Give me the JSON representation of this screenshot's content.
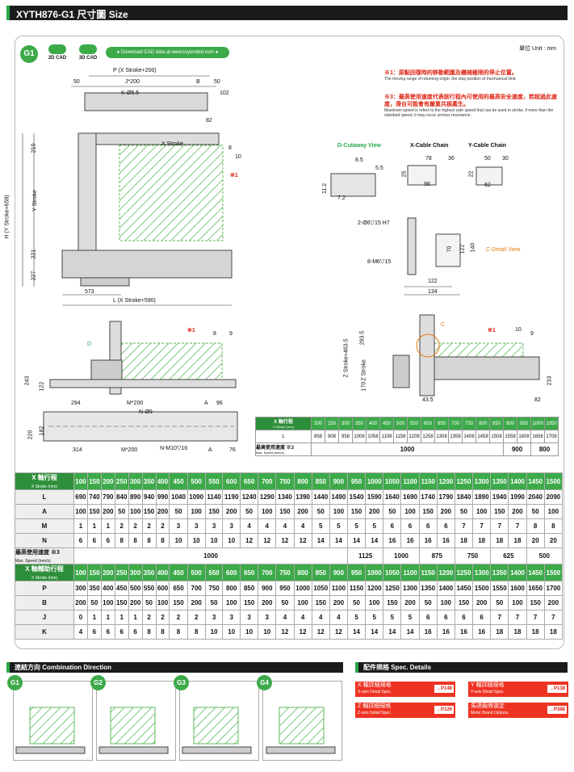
{
  "header": {
    "title": "XYTH876-G1 尺寸圖 Size"
  },
  "badge": "G1",
  "cad": {
    "two_d": "2D CAD",
    "three_d": "3D CAD",
    "download": "● Download CAD data at www.toyorobot.com ●"
  },
  "unit": "單位 Unit : mm",
  "notes": {
    "n1": "※1：原點回復時的移動範圍及機械極限的停止位置。",
    "n1_en": "The moving range of returning origin, the stop position of mechanical limit.",
    "n3": "※3：最高使用速度代表該行程內可使用的最高安全速度，若超過此速度，滑台可能會有嚴重共振產生。",
    "n3_en": "Maximum speed is refers to the highest safe speed that can be used in stroke, if more than the standard speed, it may occur serious resonance."
  },
  "dims": {
    "p": "P (X Stroke+200)",
    "j200": "J*200",
    "b": "B",
    "fifty1": "50",
    "fifty2": "50",
    "k55": "K-Ø5.5",
    "d102": "102",
    "d82": "82",
    "xstroke": "X Stroke",
    "d8": "8",
    "d10": "10",
    "note1": "※1",
    "d210": "210",
    "ystroke": "Y Stroke",
    "hstroke": "H (Y Stroke+658)",
    "d221": "221",
    "d227": "227",
    "d573": "573",
    "lstroke": "L (X Stroke+590)",
    "dcut": "D-Cutaway View",
    "xcable": "X-Cable Chain",
    "ycable": "Y-Cable Chain",
    "d85": "8.5",
    "d55": "5.5",
    "d112": "11.2",
    "d72": "7.2",
    "d78": "78",
    "d36": "36",
    "d25": "25",
    "d98": "98",
    "d50": "50",
    "d30": "30",
    "d22": "22",
    "d62": "62",
    "h7": "2-Ø6▽15 H7",
    "m6": "8-M6▽15",
    "d70": "70",
    "d122v": "122",
    "d140": "140",
    "cdetail": "C-Detail View",
    "d122": "122",
    "d134": "134",
    "s_note1": "※1",
    "s8": "8",
    "s9": "9",
    "s_d": "D",
    "s243": "243",
    "s122": "122",
    "z_note1": "※1",
    "c": "C",
    "z10": "10",
    "z9": "9",
    "z2935": "293.5",
    "zstroke": "Z Stroke+463.5",
    "zs": "Z Stroke",
    "z170": "170",
    "z233": "233",
    "z435": "43.5",
    "z82": "82",
    "b294": "294",
    "bm200": "M*200",
    "ba": "A",
    "b96": "96",
    "bn9": "N-Ø9",
    "b220": "220",
    "b182": "182",
    "b314": "314",
    "bm200b": "M*200",
    "bnm10": "N-M10▽16",
    "ba2": "A",
    "b76": "76"
  },
  "table1": {
    "head": "X 軸行程",
    "head_en": "X Stroke (mm)",
    "strokes": [
      "200",
      "250",
      "300",
      "350",
      "400",
      "450",
      "500",
      "550",
      "600",
      "650",
      "700",
      "750",
      "800",
      "850",
      "900",
      "950",
      "1000",
      "1050"
    ],
    "l_label": "L",
    "l": [
      "858",
      "908",
      "958",
      "1008",
      "1058",
      "1108",
      "1158",
      "1208",
      "1258",
      "1308",
      "1358",
      "1408",
      "1458",
      "1508",
      "1558",
      "1608",
      "1658",
      "1708"
    ],
    "speed_label": "最高使用速度 ※3",
    "speed_en": "Max. Speed (mm/s)",
    "speed": [
      "1000",
      "900",
      "800"
    ]
  },
  "table2": {
    "head": "X 軸行程",
    "head_en": "X Stroke (mm)",
    "strokes": [
      "100",
      "150",
      "200",
      "250",
      "300",
      "350",
      "400",
      "450",
      "500",
      "550",
      "600",
      "650",
      "700",
      "750",
      "800",
      "850",
      "900",
      "950",
      "1000",
      "1050",
      "1100",
      "1150",
      "1200",
      "1250",
      "1300",
      "1350",
      "1400",
      "1450",
      "1500"
    ],
    "rows": [
      {
        "label": "L",
        "v": [
          "690",
          "740",
          "790",
          "840",
          "890",
          "940",
          "990",
          "1040",
          "1090",
          "1140",
          "1190",
          "1240",
          "1290",
          "1340",
          "1390",
          "1440",
          "1490",
          "1540",
          "1590",
          "1640",
          "1690",
          "1740",
          "1790",
          "1840",
          "1890",
          "1940",
          "1990",
          "2040",
          "2090"
        ]
      },
      {
        "label": "A",
        "v": [
          "100",
          "150",
          "200",
          "50",
          "100",
          "150",
          "200",
          "50",
          "100",
          "150",
          "200",
          "50",
          "100",
          "150",
          "200",
          "50",
          "100",
          "150",
          "200",
          "50",
          "100",
          "150",
          "200",
          "50",
          "100",
          "150",
          "200",
          "50",
          "100"
        ]
      },
      {
        "label": "M",
        "v": [
          "1",
          "1",
          "1",
          "2",
          "2",
          "2",
          "2",
          "3",
          "3",
          "3",
          "3",
          "4",
          "4",
          "4",
          "4",
          "5",
          "5",
          "5",
          "5",
          "6",
          "6",
          "6",
          "6",
          "7",
          "7",
          "7",
          "7",
          "8",
          "8"
        ]
      },
      {
        "label": "N",
        "v": [
          "6",
          "6",
          "6",
          "8",
          "8",
          "8",
          "8",
          "10",
          "10",
          "10",
          "10",
          "12",
          "12",
          "12",
          "12",
          "14",
          "14",
          "14",
          "14",
          "16",
          "16",
          "16",
          "16",
          "18",
          "18",
          "18",
          "18",
          "20",
          "20"
        ]
      }
    ],
    "speed_label": "最高使用速度 ※3",
    "speed_en": "Max. Speed (mm/s)",
    "speed": [
      "1000",
      "1125",
      "1000",
      "875",
      "750",
      "625",
      "500"
    ]
  },
  "table3": {
    "head": "X 軸輔助行程",
    "head_en": "X Stroke (mm)",
    "strokes": [
      "100",
      "150",
      "200",
      "250",
      "300",
      "350",
      "400",
      "450",
      "500",
      "550",
      "600",
      "650",
      "700",
      "750",
      "800",
      "850",
      "900",
      "950",
      "1000",
      "1050",
      "1100",
      "1150",
      "1200",
      "1250",
      "1300",
      "1350",
      "1400",
      "1450",
      "1500"
    ],
    "rows": [
      {
        "label": "P",
        "v": [
          "300",
          "350",
          "400",
          "450",
          "500",
          "550",
          "600",
          "650",
          "700",
          "750",
          "800",
          "850",
          "900",
          "950",
          "1000",
          "1050",
          "1100",
          "1150",
          "1200",
          "1250",
          "1300",
          "1350",
          "1400",
          "1450",
          "1500",
          "1550",
          "1600",
          "1650",
          "1700"
        ]
      },
      {
        "label": "B",
        "v": [
          "200",
          "50",
          "100",
          "150",
          "200",
          "50",
          "100",
          "150",
          "200",
          "50",
          "100",
          "150",
          "200",
          "50",
          "100",
          "150",
          "200",
          "50",
          "100",
          "150",
          "200",
          "50",
          "100",
          "150",
          "200",
          "50",
          "100",
          "150",
          "200"
        ]
      },
      {
        "label": "J",
        "v": [
          "0",
          "1",
          "1",
          "1",
          "1",
          "2",
          "2",
          "2",
          "2",
          "3",
          "3",
          "3",
          "3",
          "4",
          "4",
          "4",
          "4",
          "5",
          "5",
          "5",
          "5",
          "6",
          "6",
          "6",
          "6",
          "7",
          "7",
          "7",
          "7"
        ]
      },
      {
        "label": "K",
        "v": [
          "4",
          "6",
          "6",
          "6",
          "6",
          "8",
          "8",
          "8",
          "8",
          "10",
          "10",
          "10",
          "10",
          "12",
          "12",
          "12",
          "12",
          "14",
          "14",
          "14",
          "14",
          "16",
          "16",
          "16",
          "16",
          "18",
          "18",
          "18",
          "18"
        ]
      }
    ]
  },
  "combination": {
    "title": "連結方向 Combination Direction",
    "items": [
      "G1",
      "G2",
      "G3",
      "G4"
    ]
  },
  "specs": {
    "title": "配件規格 Spec. Details",
    "items": [
      {
        "zh": "X 軸詳細規格",
        "en": "X-axis Detail Spec.",
        "ref": "→P148"
      },
      {
        "zh": "Y 軸詳細規格",
        "en": "Y-axis Detail Spec.",
        "ref": "→P138"
      },
      {
        "zh": "Z 軸詳細規格",
        "en": "Z-axis Detail Spec.",
        "ref": "→P126"
      },
      {
        "zh": "馬達廠牌選定",
        "en": "Motor Brand Options.",
        "ref": "→P388"
      }
    ]
  }
}
